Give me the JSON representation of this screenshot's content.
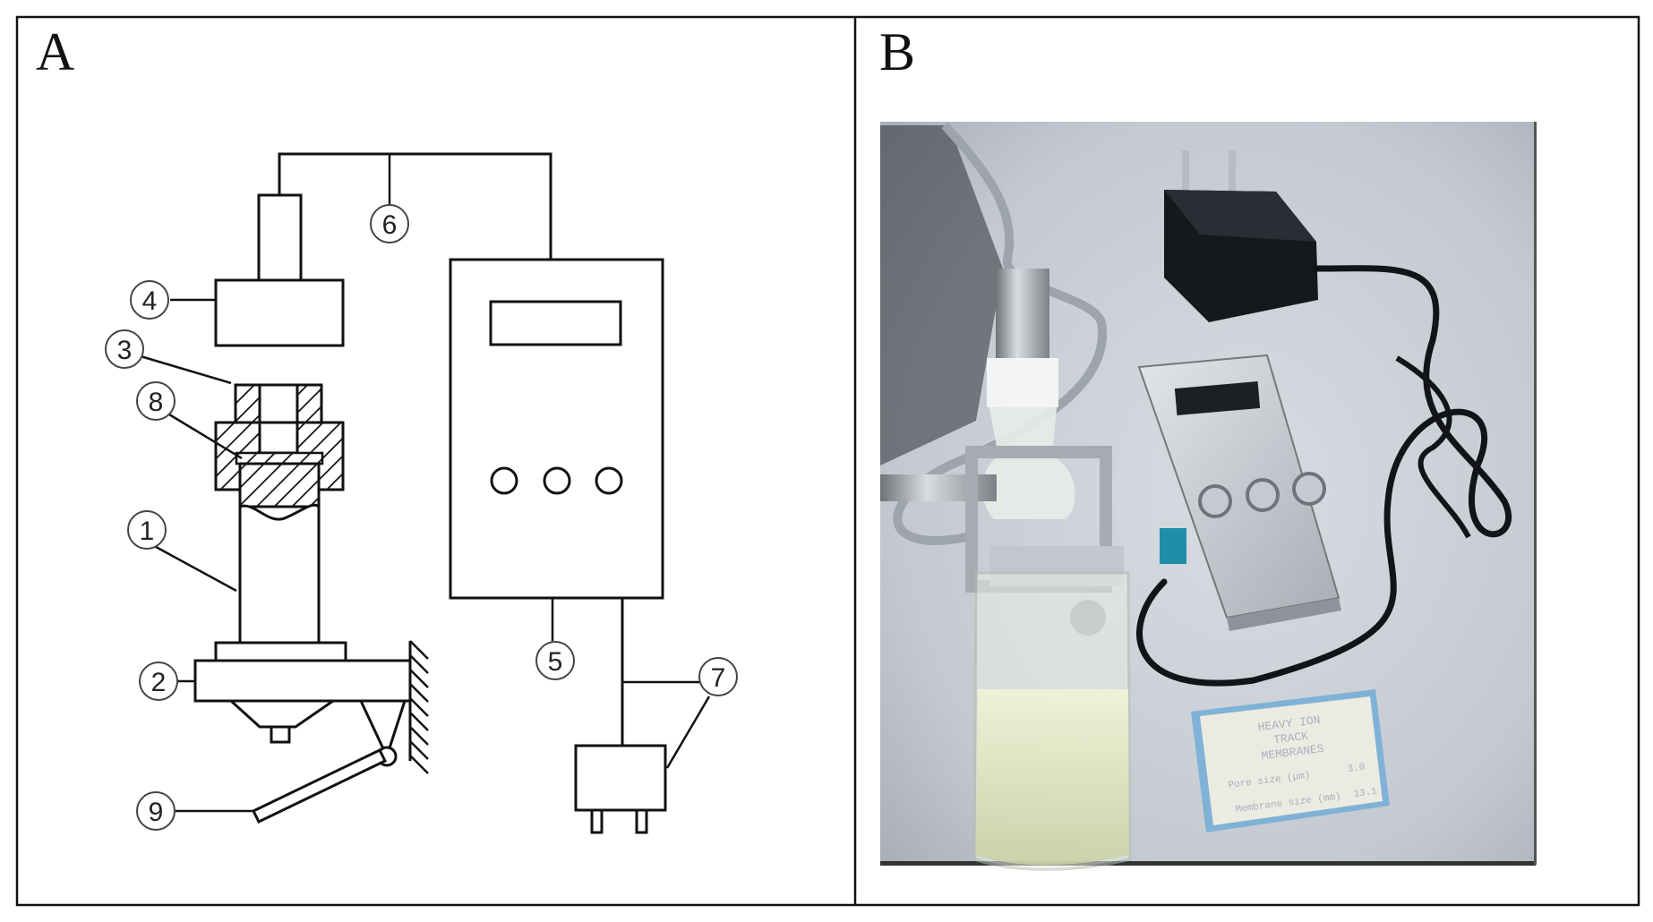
{
  "panels": [
    {
      "label": "A"
    },
    {
      "label": "B"
    }
  ],
  "callouts": [
    "1",
    "2",
    "3",
    "4",
    "5",
    "6",
    "7",
    "8",
    "9"
  ],
  "card": {
    "title_lines": [
      "HEAVY ION",
      "TRACK",
      "MEMBRANES"
    ],
    "rows": [
      {
        "label": "Pore size (µm)",
        "value": "3.0"
      },
      {
        "label": "Membrane size (mm)",
        "value": "13.1"
      }
    ]
  }
}
